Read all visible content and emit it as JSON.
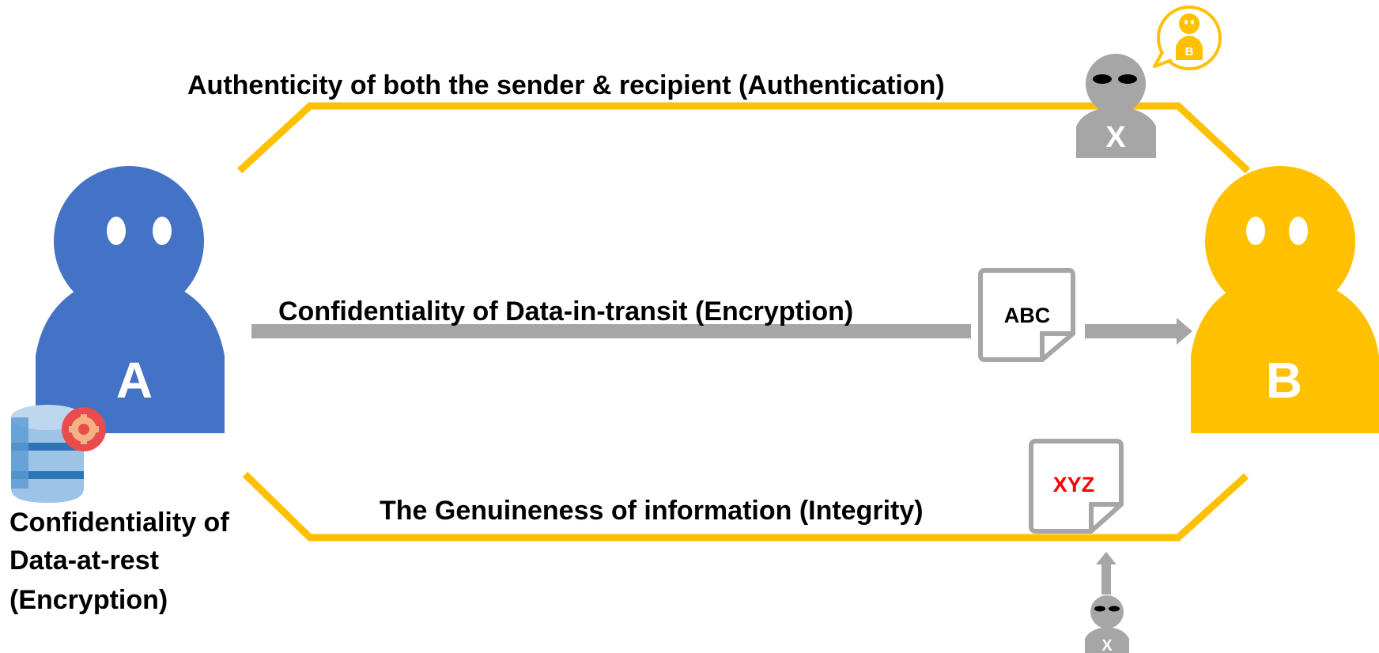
{
  "labels": {
    "authentication": "Authenticity of both the sender & recipient (Authentication)",
    "transit": "Confidentiality of Data-in-transit (Encryption)",
    "integrity": "The Genuineness of information (Integrity)",
    "rest_line1": "Confidentiality of",
    "rest_line2": "Data-at-rest",
    "rest_line3": "(Encryption)"
  },
  "actors": {
    "sender": "A",
    "recipient": "B",
    "attacker": "X",
    "impersonated": "B"
  },
  "documents": {
    "transit_doc": "ABC",
    "integrity_doc": "XYZ"
  },
  "colors": {
    "sender": "#4472C4",
    "recipient": "#FFC000",
    "attacker": "#A6A6A6",
    "channel": "#FFC000",
    "arrow": "#A6A6A6",
    "tampered_text": "#FF0000",
    "database": "#5B9BD5",
    "gear": "#E84C4C"
  },
  "icons": {
    "database": "database-icon",
    "gear": "gear-icon",
    "document": "document-icon",
    "speech_bubble": "speech-bubble-icon"
  }
}
